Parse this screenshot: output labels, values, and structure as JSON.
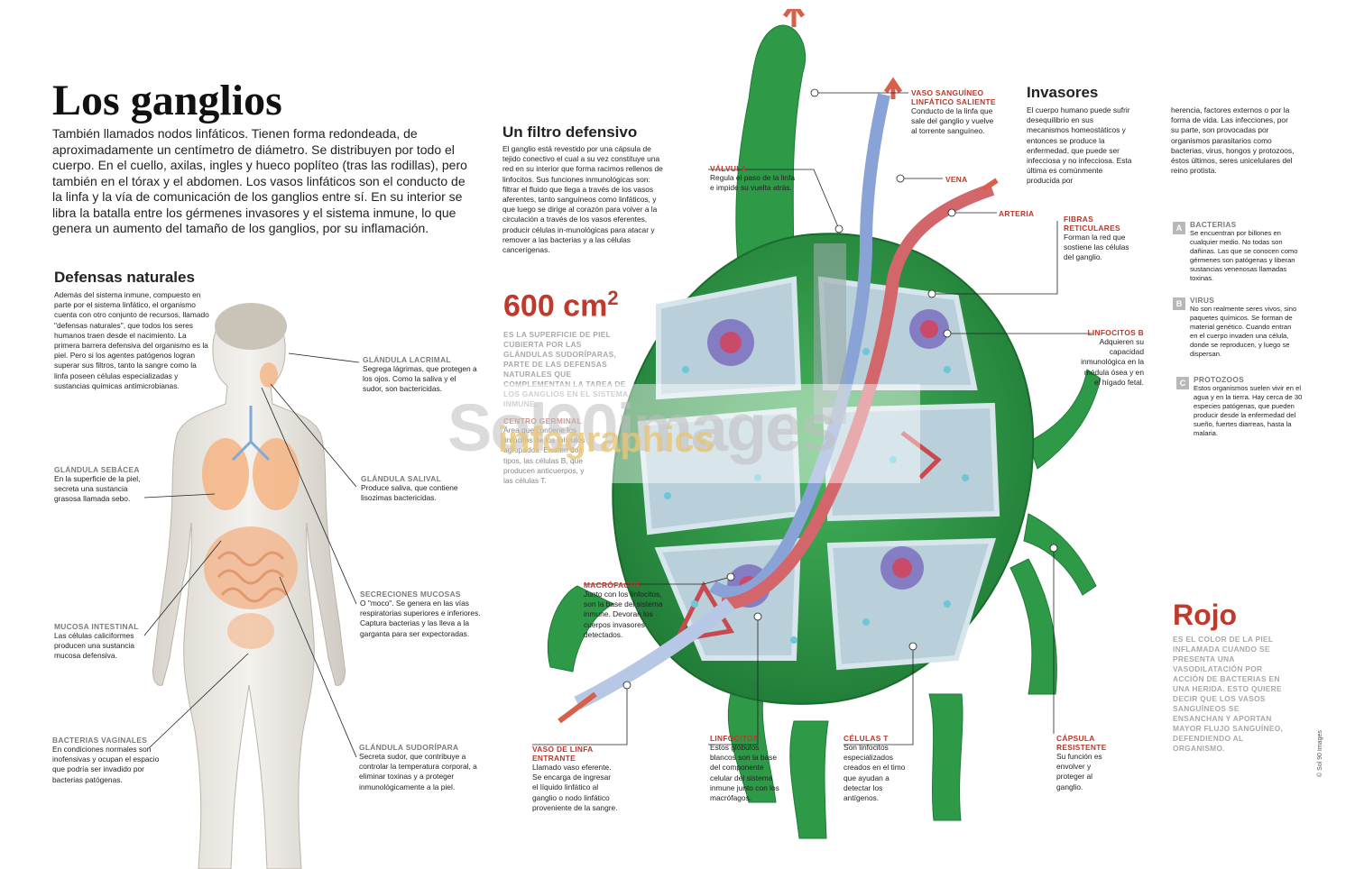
{
  "title": "Los ganglios",
  "intro": "También llamados nodos linfáticos. Tienen forma redondeada, de aproximadamente un centímetro de diámetro. Se distribuyen por todo el cuerpo. En el cuello, axilas, ingles y hueco poplíteo (tras las rodillas), pero también en el tórax y el abdomen. Los vasos linfáticos son el conducto de la linfa y la vía de comunicación de los ganglios entre sí. En su interior se libra la batalla entre los gérmenes invasores y el sistema inmune, lo que genera un aumento del tamaño de los ganglios, por su inflamación.",
  "defensas": {
    "heading": "Defensas naturales",
    "text": "Además del sistema inmune, compuesto en parte por el sistema linfático, el organismo cuenta con otro conjunto de recursos, llamado \"defensas naturales\", que todos los seres humanos traen desde el nacimiento. La primera barrera defensiva del organismo es la piel. Pero si los agentes patógenos logran superar sus filtros, tanto la sangre como la linfa poseen células especializadas y sustancias químicas antimicrobianas."
  },
  "body_labels": {
    "lacrimal": {
      "title": "GLÁNDULA LACRIMAL",
      "text": "Segrega lágrimas, que protegen a los ojos. Como la saliva y el sudor, son bactericidas."
    },
    "sebacea": {
      "title": "GLÁNDULA SEBÁCEA",
      "text": "En la superficie de la piel, secreta una sustancia grasosa llamada sebo."
    },
    "salival": {
      "title": "GLÁNDULA SALIVAL",
      "text": "Produce saliva, que contiene lisozimas bactericidas."
    },
    "mucosas": {
      "title": "SECRECIONES MUCOSAS",
      "text": "O \"moco\". Se genera en las vías respiratorias superiores e inferiores. Captura bacterias y las lleva a la garganta para ser expectoradas."
    },
    "intestinal": {
      "title": "MUCOSA INTESTINAL",
      "text": "Las células caliciformes producen una sustancia mucosa defensiva."
    },
    "vaginales": {
      "title": "BACTERIAS VAGINALES",
      "text": "En condiciones normales son inofensivas y ocupan el espacio que podría ser invadido por bacterias patógenas."
    },
    "sudoripara": {
      "title": "GLÁNDULA SUDORÍPARA",
      "text": "Secreta sudor, que contribuye a controlar la temperatura corporal, a eliminar toxinas y a proteger inmunológicamente a la piel."
    }
  },
  "filtro": {
    "heading": "Un filtro defensivo",
    "text": "El ganglio está revestido por una cápsula de tejido conectivo el cual a su vez constituye una red en su interior que forma racimos rellenos de linfocitos. Sus funciones inmunológicas son: filtrar el fluido que llega a través de los vasos aferentes, tanto sanguíneos como linfáticos, y que luego se dirige al corazón para volver a la circulación a través de los vasos eferentes, producir células in-munológicas para atacar y remover a las bacterias y a las células cancerígenas."
  },
  "stat600": {
    "value": "600 cm",
    "sup": "2",
    "text": "ES LA SUPERFICIE DE PIEL CUBIERTA POR LAS GLÁNDULAS SUDORÍPARAS, PARTE DE LAS DEFENSAS NATURALES QUE COMPLEMENTAN LA TAREA DE LOS GANGLIOS EN EL SISTEMA INMUNE."
  },
  "centro": {
    "title": "CENTRO GERMINAL",
    "text": "Área que contiene los linfocitos de los folículos agrupados. Existen dos tipos, las células B, que producen anticuerpos, y las células T."
  },
  "node_labels": {
    "valvula": {
      "title": "VÁLVULA",
      "text": "Regula el paso de la linfa e impide su vuelta atrás."
    },
    "vaso_saliente": {
      "title": "VASO SANGUÍNEO LINFÁTICO SALIENTE",
      "text": "Conducto de la linfa que sale del ganglio y vuelve al torrente sanguíneo."
    },
    "vena": {
      "title": "VENA"
    },
    "arteria": {
      "title": "ARTERIA"
    },
    "fibras": {
      "title": "FIBRAS RETICULARES",
      "text": "Forman la red que sostiene las células del ganglio."
    },
    "linfocitos_b": {
      "title": "LINFOCITOS B",
      "text": "Adquieren su capacidad inmunológica en la médula ósea y en el hígado fetal."
    },
    "macrofagos": {
      "title": "MACRÓFAGOS",
      "text": "Junto con los linfocitos, son la base del sistema inmune. Devoran los cuerpos invasores detectados."
    },
    "vaso_entrante": {
      "title": "VASO DE LINFA ENTRANTE",
      "text": "Llamado vaso eferente. Se encarga de ingresar el líquido linfático al ganglio o nodo linfático proveniente de la sangre."
    },
    "linfocitos": {
      "title": "LINFOCITOS",
      "text": "Estos glóbulos blancos son la base del componente celular del sistema inmune junto con los macrófagos."
    },
    "celulas_t": {
      "title": "CÉLULAS T",
      "text": "Son linfocitos especializados creados en el timo que ayudan a detectar los antígenos."
    },
    "capsula": {
      "title": "CÁPSULA RESISTENTE",
      "text": "Su función es envolver y proteger al ganglio."
    }
  },
  "invasores": {
    "heading": "Invasores",
    "col1": "El cuerpo humano puede sufrir desequilibrio en sus mecanismos homeostáticos y entonces se produce la enfermedad, que puede ser infecciosa y no infecciosa. Esta última es comúnmente producida por",
    "col2": "herencia, factores externos o por la forma de vida. Las infecciones, por su parte, son provocadas por organismos parasitarios como bacterias, virus, hongos y protozoos, éstos últimos, seres unicelulares del reino protista.",
    "items": [
      {
        "letter": "A",
        "title": "BACTERIAS",
        "text": "Se encuentran por billones en cualquier medio. No todas son dañinas. Las que se conocen como gérmenes son patógenas y liberan sustancias venenosas llamadas toxinas."
      },
      {
        "letter": "B",
        "title": "VIRUS",
        "text": "No son realmente seres vivos, sino paquetes químicos. Se forman de material genético. Cuando entran en el cuerpo invaden una célula, donde se reproducen, y luego se dispersan."
      },
      {
        "letter": "C",
        "title": "PROTOZOOS",
        "text": "Estos organismos suelen vivir en el agua y en la tierra. Hay cerca de 30 especies patógenas, que pueden producir desde la enfermedad del sueño, fuertes diarreas, hasta la malaria."
      }
    ]
  },
  "rojo": {
    "heading": "Rojo",
    "text": "ES EL COLOR DE LA PIEL INFLAMADA CUANDO SE PRESENTA UNA VASODILATACIÓN POR ACCIÓN DE BACTERIAS EN UNA HERIDA. ESTO QUIERE DECIR QUE LOS VASOS SANGUÍNEOS SE ENSANCHAN Y APORTAN MAYOR FLUJO SANGUÍNEO, DEFENDIENDO AL ORGANISMO."
  },
  "watermark": {
    "line1": "Sol90images",
    "line2": "infographics"
  },
  "credit": "© Sol 90 Images",
  "colors": {
    "accent_red": "#c0392b",
    "node_green": "#2e9a48",
    "vessel_blue": "#8aa3d6",
    "organ_orange": "#f0a060"
  }
}
